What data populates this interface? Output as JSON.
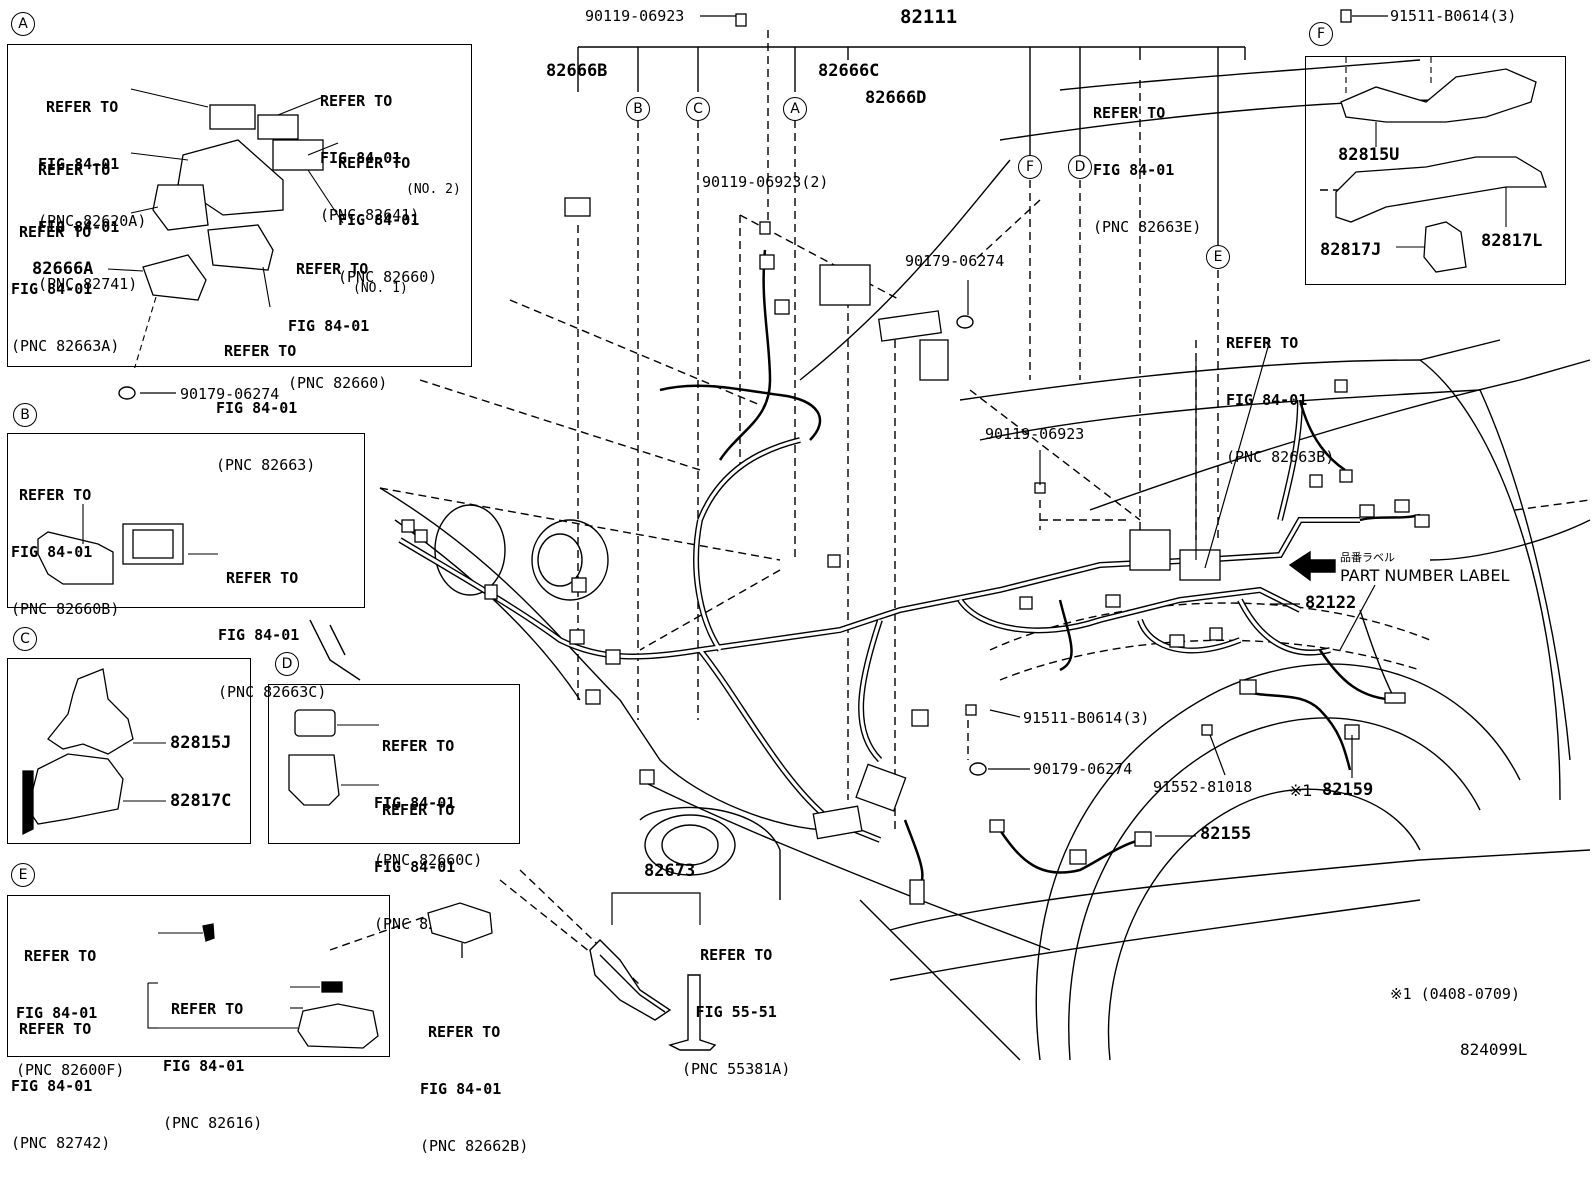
{
  "callout_letters": {
    "a": "A",
    "b": "B",
    "c": "C",
    "d": "D",
    "e": "E",
    "f": "F"
  },
  "inset_a": {
    "r1": [
      "REFER TO",
      "FIG 84-01",
      "(PNC 82620A)"
    ],
    "r2": [
      "REFER TO",
      "FIG 84-01",
      "(PNC 82641)"
    ],
    "r3": [
      "REFER TO",
      "FIG 84-01",
      "(PNC 82741)"
    ],
    "r4": [
      "REFER TO",
      "FIG 84-01",
      "(PNC 82660)"
    ],
    "r4_note": "(NO. 2)",
    "r5": [
      "REFER TO",
      "FIG 84-01",
      "(PNC 82663A)"
    ],
    "r6": [
      "REFER TO",
      "FIG 84-01",
      "(PNC 82660)"
    ],
    "r6_note": "(NO. 1)",
    "part": "82666A",
    "r7": [
      "REFER TO",
      "FIG 84-01",
      "(PNC 82663)"
    ],
    "clip": "90179-06274"
  },
  "inset_b": {
    "r1": [
      "REFER TO",
      "FIG 84-01",
      "(PNC 82660B)"
    ],
    "r2": [
      "REFER TO",
      "FIG 84-01",
      "(PNC 82663C)"
    ]
  },
  "inset_c": {
    "p1": "82815J",
    "p2": "82817C"
  },
  "inset_d": {
    "r1": [
      "REFER TO",
      "FIG 84-01",
      "(PNC 82660C)"
    ],
    "r2": [
      "REFER TO",
      "FIG 84-01",
      "(PNC 82743)"
    ]
  },
  "inset_e": {
    "r1": [
      "REFER TO",
      "FIG 84-01",
      "(PNC 82600F)"
    ],
    "r2": [
      "REFER TO",
      "FIG 84-01",
      "(PNC 82616)"
    ],
    "r3": [
      "REFER TO",
      "FIG 84-01",
      "(PNC 82742)"
    ],
    "r4": [
      "REFER TO",
      "FIG 84-01",
      "(PNC 82662B)"
    ]
  },
  "inset_f": {
    "bolt": "91511-B0614(3)",
    "p1": "82815U",
    "p2": "82817L",
    "p3": "82817J"
  },
  "main": {
    "top_bolt": "90119-06923",
    "harness": "82111",
    "p82666b": "82666B",
    "p82666c": "82666C",
    "p82666d": "82666D",
    "ref_82663e": [
      "REFER TO",
      "FIG 84-01",
      "(PNC 82663E)"
    ],
    "bolt2": "90119-06923(2)",
    "clip1": "90179-06274",
    "bolt3": "90119-06923",
    "ref_82663b": [
      "REFER TO",
      "FIG 84-01",
      "(PNC 82663B)"
    ],
    "label_jp": "品番ラベル",
    "label_en": "PART NUMBER LABEL",
    "p82122": "82122",
    "bolt4": "91511-B0614(3)",
    "clip2": "90179-06274",
    "bolt5": "91552-81018",
    "note_mark": "※1",
    "p82159": "82159",
    "p82155": "82155",
    "p82673": "82673",
    "ref_55381a": [
      "REFER TO",
      "FIG 55-51",
      "(PNC 55381A)"
    ],
    "footnote": "※1 (0408-0709)",
    "drawing_no": "824099L"
  }
}
